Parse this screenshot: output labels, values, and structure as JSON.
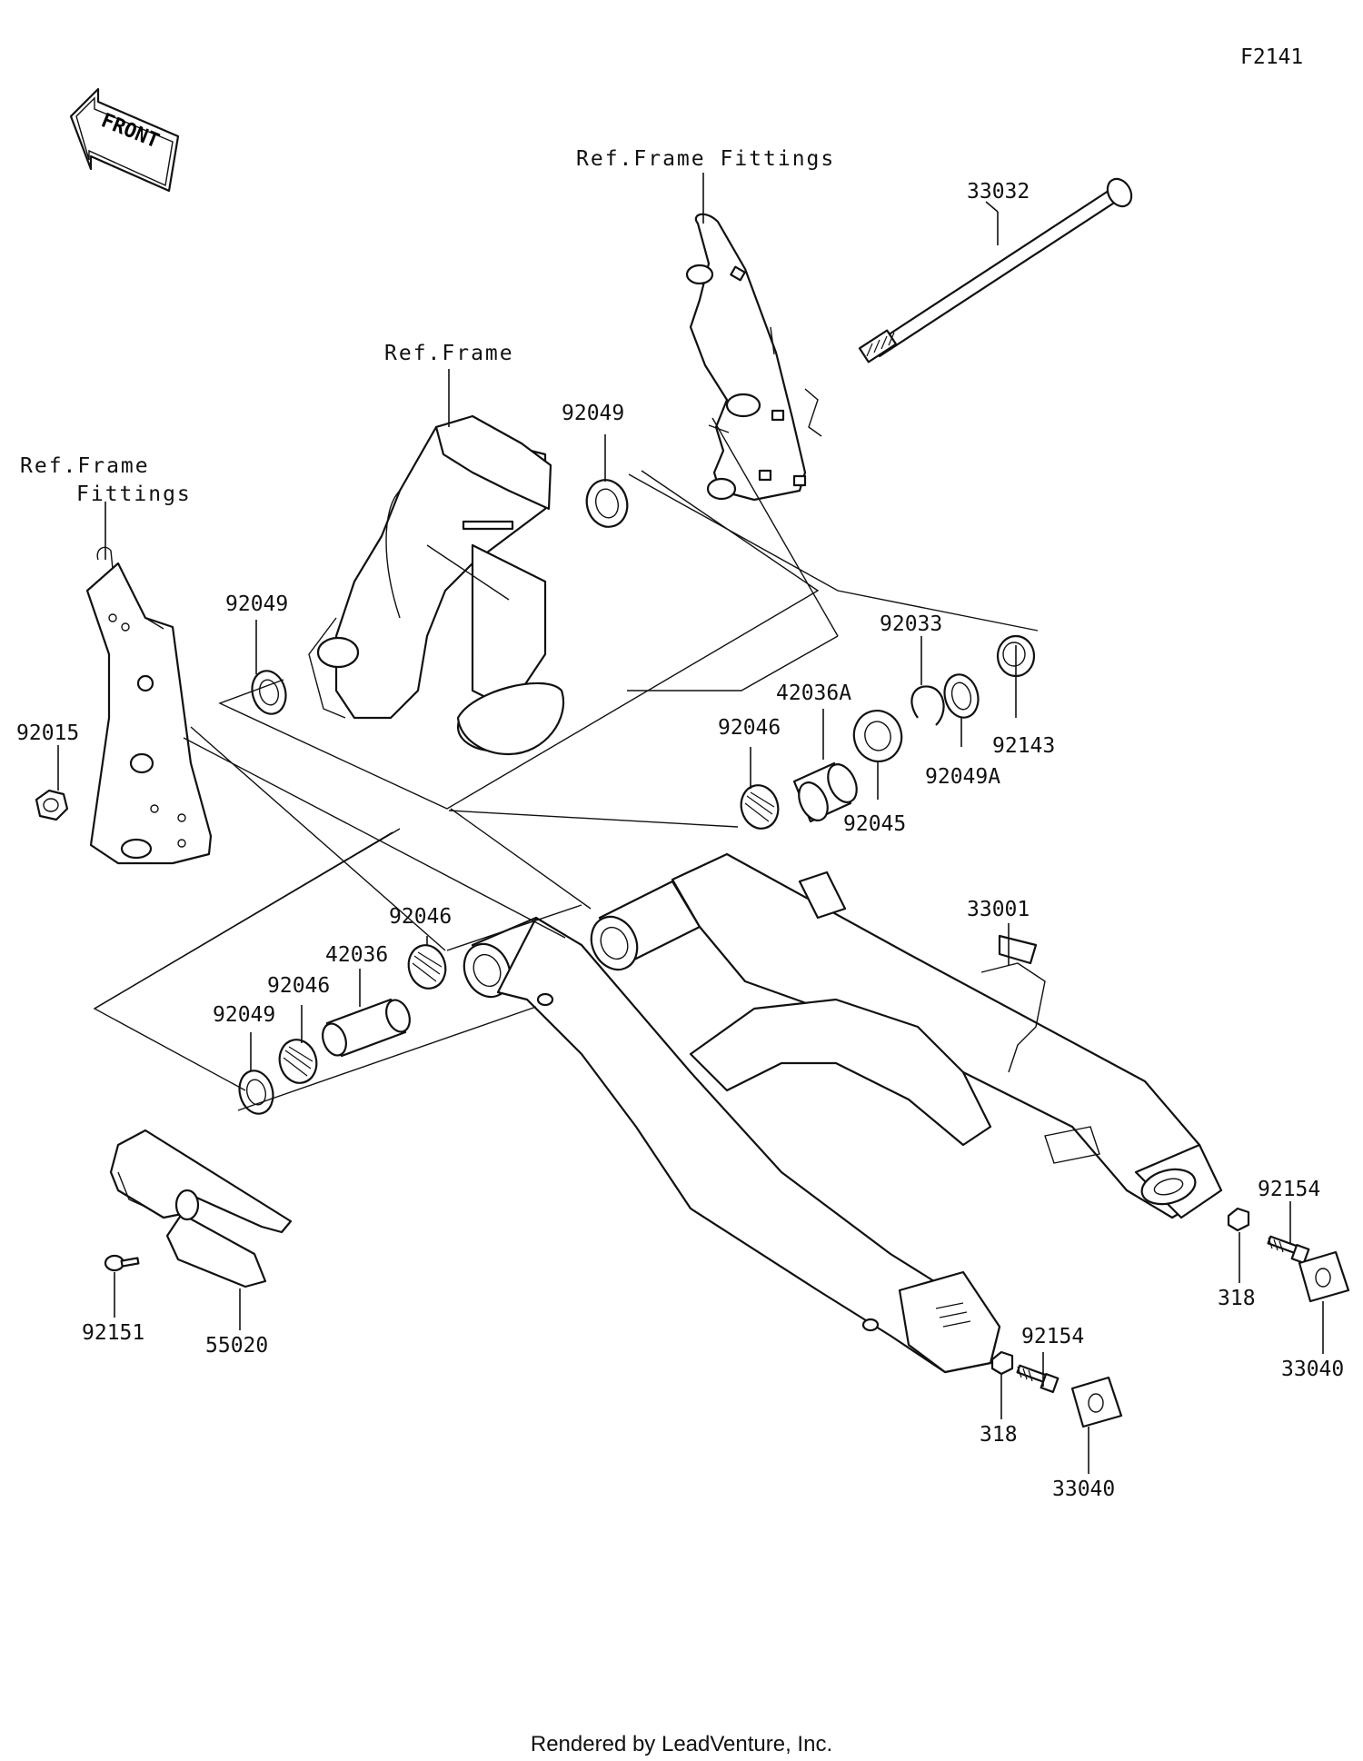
{
  "diagram_id": "F2141",
  "front_label": "FRONT",
  "footer": "Rendered by LeadVenture, Inc.",
  "refs": {
    "frame_fittings_top": "Ref.Frame Fittings",
    "frame": "Ref.Frame",
    "frame_fittings_left_1": "Ref.Frame",
    "frame_fittings_left_2": "Fittings"
  },
  "parts": {
    "p33032": "33032",
    "p92049_top": "92049",
    "p92049_left": "92049",
    "p92015": "92015",
    "p92033": "92033",
    "p42036A": "42036A",
    "p92046_right": "92046",
    "p92143": "92143",
    "p92049A": "92049A",
    "p92045": "92045",
    "p33001": "33001",
    "p92046_mid": "92046",
    "p42036": "42036",
    "p92046_low": "92046",
    "p92049_low": "92049",
    "p92154_right": "92154",
    "p318_right": "318",
    "p33040_right": "33040",
    "p92151": "92151",
    "p55020": "55020",
    "p92154_low": "92154",
    "p318_low": "318",
    "p33040_low": "33040"
  }
}
